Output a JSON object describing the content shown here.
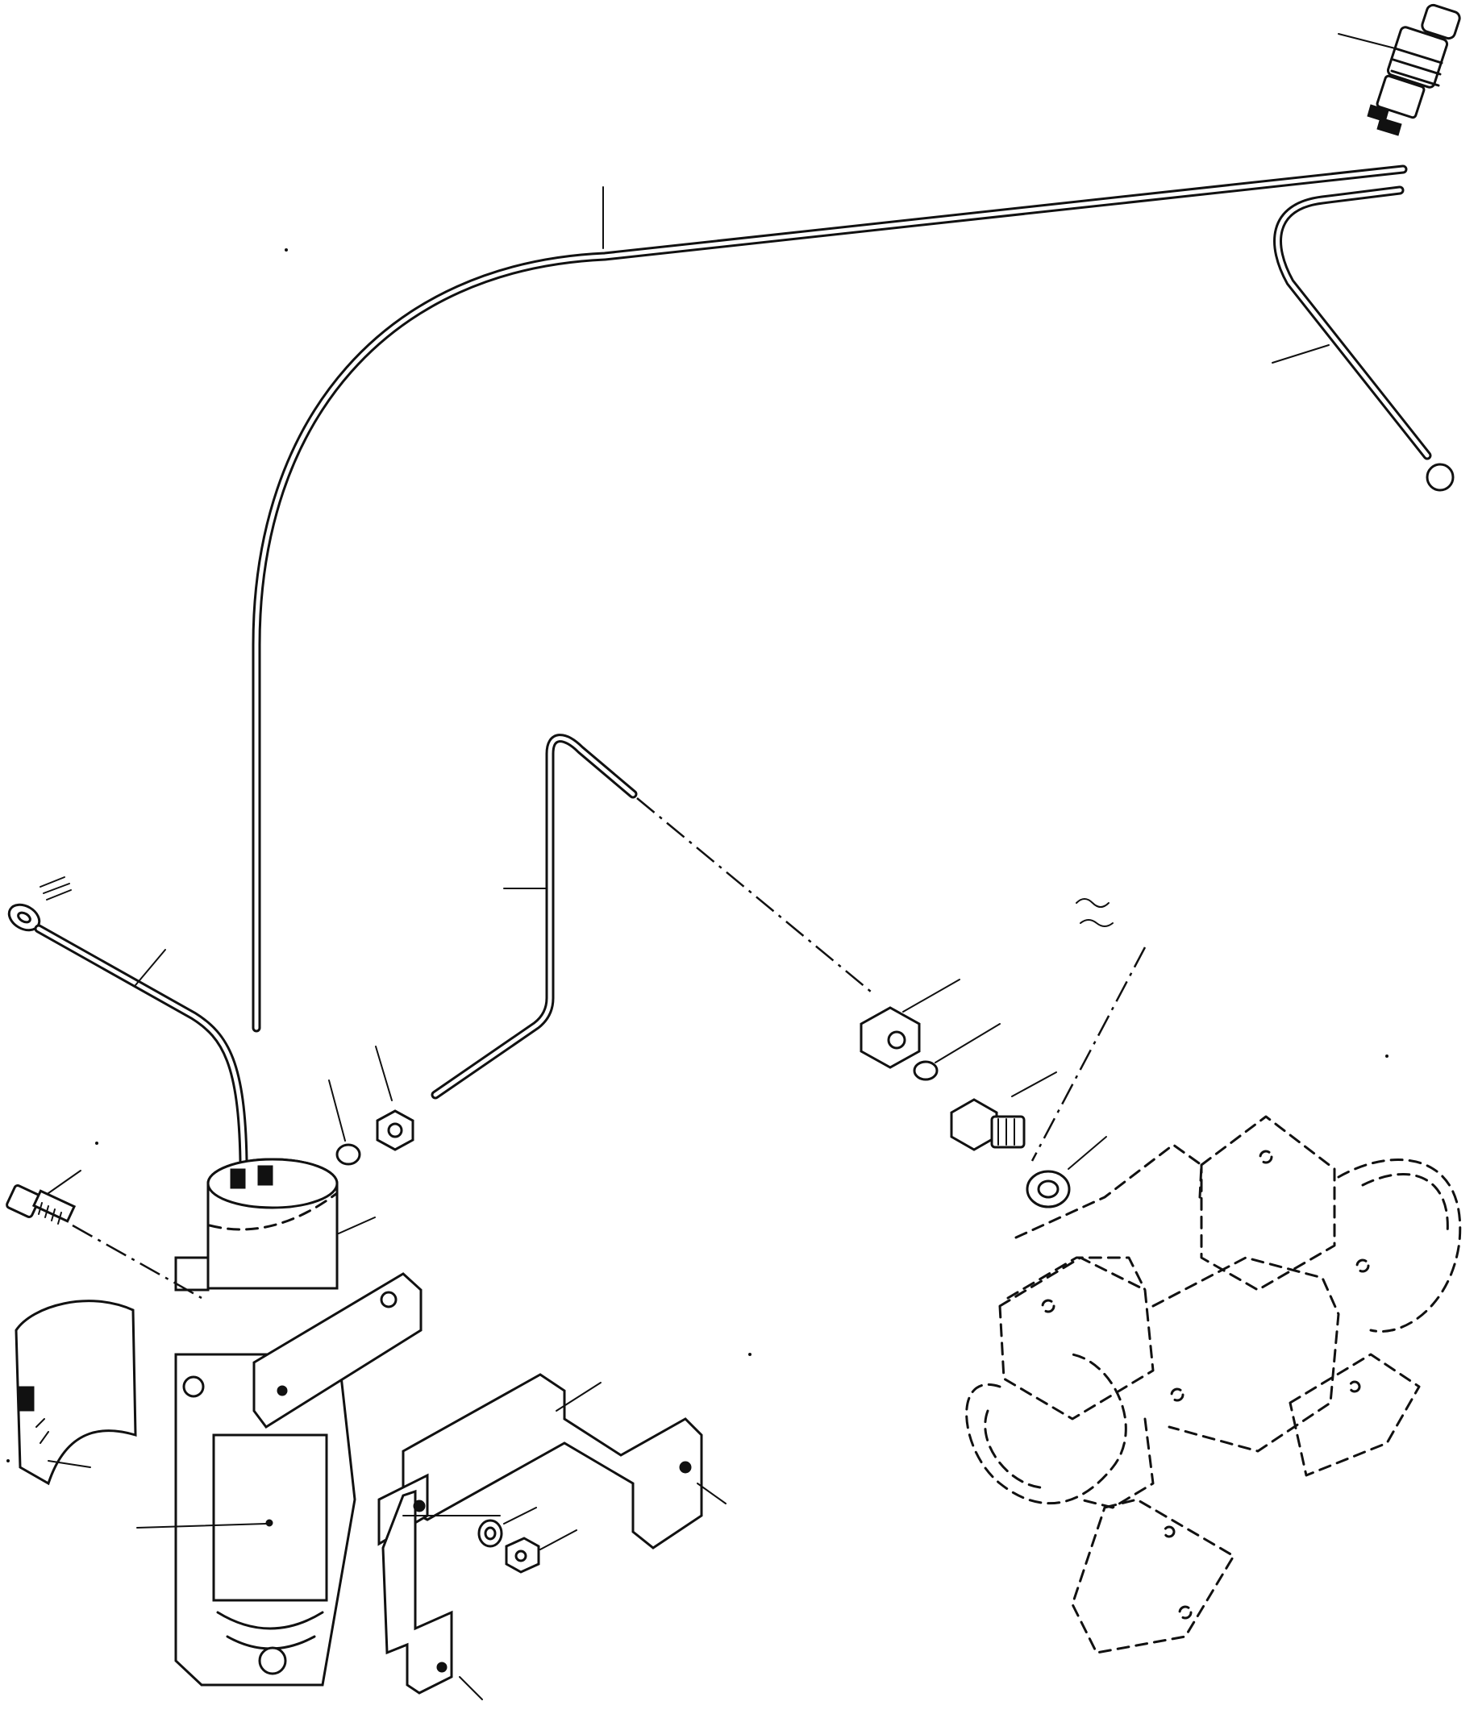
{
  "figure": {
    "type": "exploded-parts-diagram",
    "colors": {
      "ink": "#111111",
      "paper": "#ffffff"
    },
    "parts": [
      "sender-unit-icon",
      "capillary-tube",
      "bulb-probe",
      "ground-wire",
      "oil-line",
      "gauge-body",
      "clamp-strap",
      "bracket",
      "mounting-bracket",
      "fitting-nut",
      "fitting-sleeve",
      "adapter-fitting",
      "sealing-washer",
      "pump-outline"
    ]
  }
}
